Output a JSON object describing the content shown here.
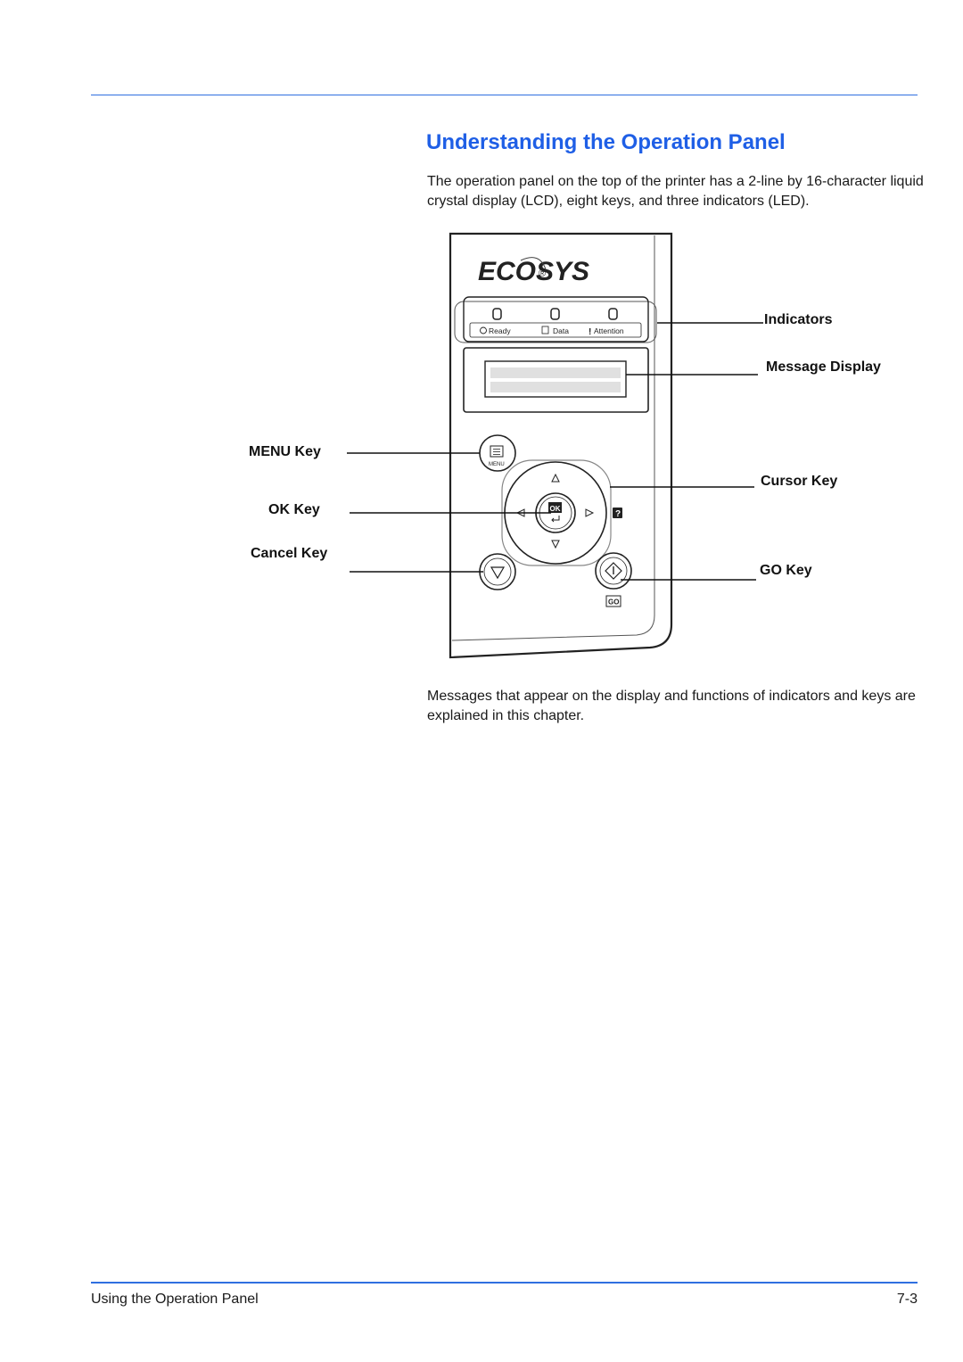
{
  "page": {
    "title": "Understanding the Operation Panel",
    "intro": "The operation panel on the top of the printer has a 2-line by 16-character liquid crystal display (LCD), eight keys, and three indicators (LED).",
    "outro": "Messages that appear on the display and functions of indicators and keys are explained in this chapter."
  },
  "panel": {
    "brand": "ECOSYS",
    "brand_mark": "®",
    "indicators": [
      "Ready",
      "Data",
      "Attention"
    ],
    "menu_key_text": "MENU",
    "ok_key_text": "OK",
    "go_key_text": "GO",
    "help_key_text": "?"
  },
  "callouts": {
    "indicators": "Indicators",
    "message_display": "Message Display",
    "menu_key": "MENU Key",
    "cursor_key": "Cursor Key",
    "ok_key": "OK Key",
    "cancel_key": "Cancel Key",
    "go_key": "GO Key"
  },
  "footer": {
    "section": "Using the Operation Panel",
    "page_number": "7-3"
  },
  "colors": {
    "accent": "#1f5fe6",
    "rule": "#2f6fe0"
  }
}
